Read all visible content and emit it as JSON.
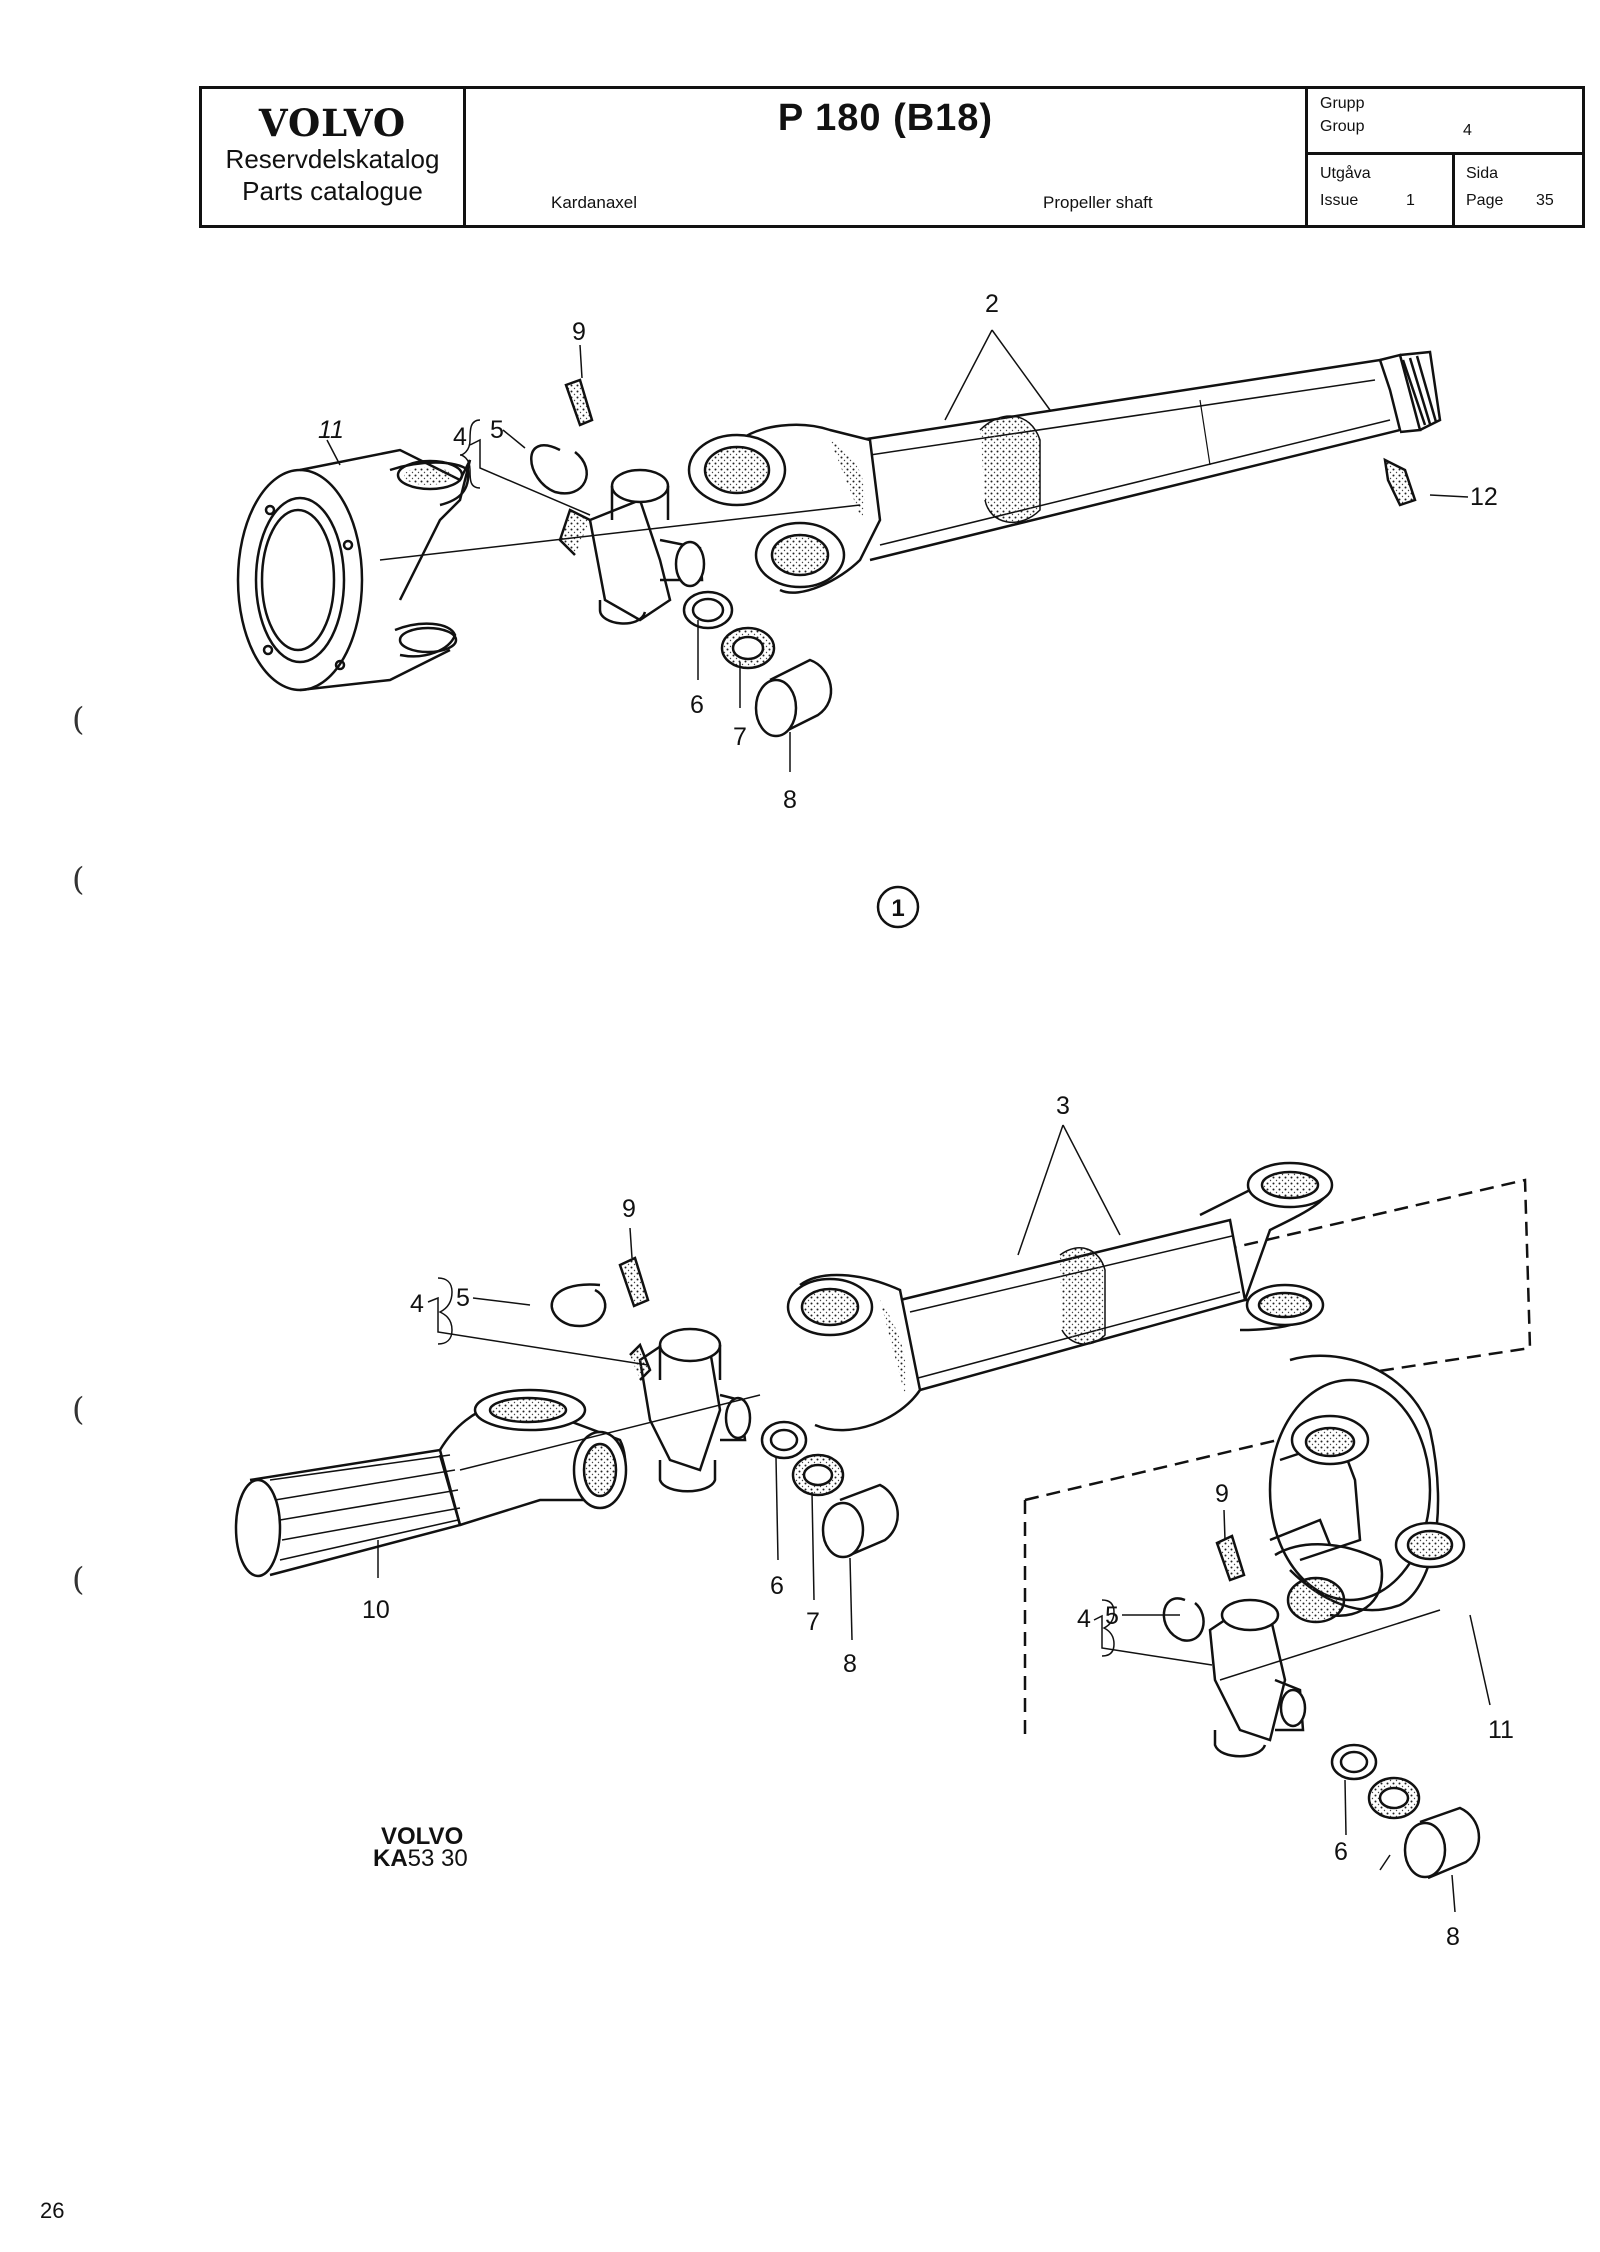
{
  "header": {
    "brand": "VOLVO",
    "catalog_sv": "Reservdelskatalog",
    "catalog_en": "Parts catalogue",
    "model": "P 180 (B18)",
    "title_sv": "Kardanaxel",
    "title_en": "Propeller shaft",
    "group_label_sv": "Grupp",
    "group_label_en": "Group",
    "group_value": "4",
    "issue_label_sv": "Utgåva",
    "issue_label_en": "Issue",
    "issue_value": "1",
    "page_label_sv": "Sida",
    "page_label_en": "Page",
    "page_value": "35"
  },
  "figure1": {
    "marker": "1",
    "callouts": [
      "2",
      "9",
      "11",
      "4",
      "5",
      "12",
      "6",
      "7",
      "8"
    ]
  },
  "figure2": {
    "callouts": [
      "3",
      "9",
      "4",
      "5",
      "10",
      "6",
      "7",
      "8"
    ]
  },
  "inset": {
    "callouts": [
      "9",
      "4",
      "5",
      "11",
      "6",
      "8"
    ]
  },
  "ref": {
    "brand": "VOLVO",
    "code_prefix": "KA",
    "code_number": "53 30"
  },
  "footer": {
    "page_number": "26"
  }
}
